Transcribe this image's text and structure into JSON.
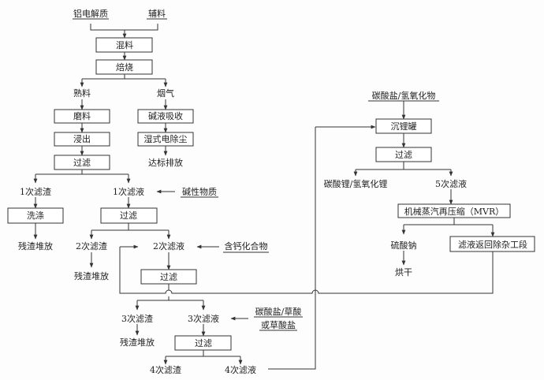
{
  "nodes": {
    "electrolyte": "铝电解质",
    "auxiliary": "辅料",
    "mixing": "混料",
    "roasting": "焙烧",
    "clinker": "熟料",
    "flue_gas": "烟气",
    "grinding": "磨料",
    "leaching": "浸出",
    "filter1": "过滤",
    "alkali_absorb": "碱液吸收",
    "wet_esp": "湿式电除尘",
    "emission": "达标排放",
    "residue1": "1次滤渣",
    "filtrate1": "1次滤液",
    "alkaline": "碱性物质",
    "washing": "洗涤",
    "residue_pile1": "残渣堆放",
    "filter2": "过滤",
    "residue2": "2次滤渣",
    "filtrate2": "2次滤液",
    "calcium": "含钙化合物",
    "residue_pile2": "残渣堆放",
    "filter3": "过滤",
    "residue3": "3次滤渣",
    "filtrate3": "3次滤液",
    "carbonate_oxalic_1": "碳酸盐/草酸",
    "carbonate_oxalic_2": "或草酸盐",
    "residue_pile3": "残渣堆放",
    "filter4": "过滤",
    "residue4": "4次滤渣",
    "filtrate4": "4次滤液",
    "carbonate_hydroxide": "碳酸盐/氢氧化物",
    "lithium_tank": "沉锂罐",
    "filter5": "过滤",
    "lithium_product": "碳酸锂/氢氧化锂",
    "filtrate5": "5次滤液",
    "mvr": "机械蒸汽再压缩（MVR）",
    "sodium_sulfate": "硫酸钠",
    "return_filtrate": "滤液返回除杂工段",
    "drying": "烘干"
  }
}
